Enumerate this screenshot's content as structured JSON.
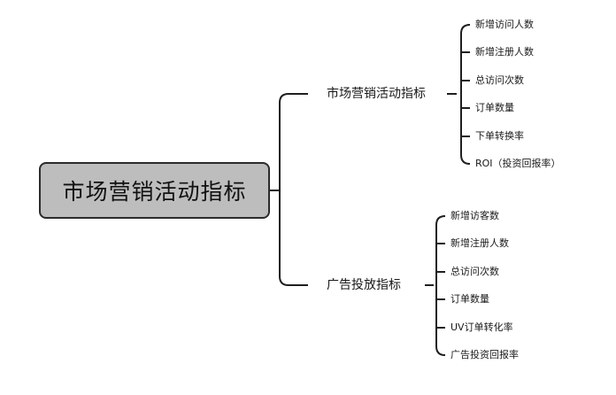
{
  "root": {
    "label": "市场营销活动指标"
  },
  "branches": [
    {
      "label": "市场营销活动指标",
      "leaves": [
        "新增访问人数",
        "新增注册人数",
        "总访问次数",
        "订单数量",
        "下单转换率",
        "ROI（投资回报率）"
      ]
    },
    {
      "label": "广告投放指标",
      "leaves": [
        "新增访客数",
        "新增注册人数",
        "总访问次数",
        "订单数量",
        "UV订单转化率",
        "广告投资回报率"
      ]
    }
  ],
  "colors": {
    "line": "#1f1f1f",
    "root_fill": "#bdbdbd",
    "root_border": "#2b2b2b"
  }
}
